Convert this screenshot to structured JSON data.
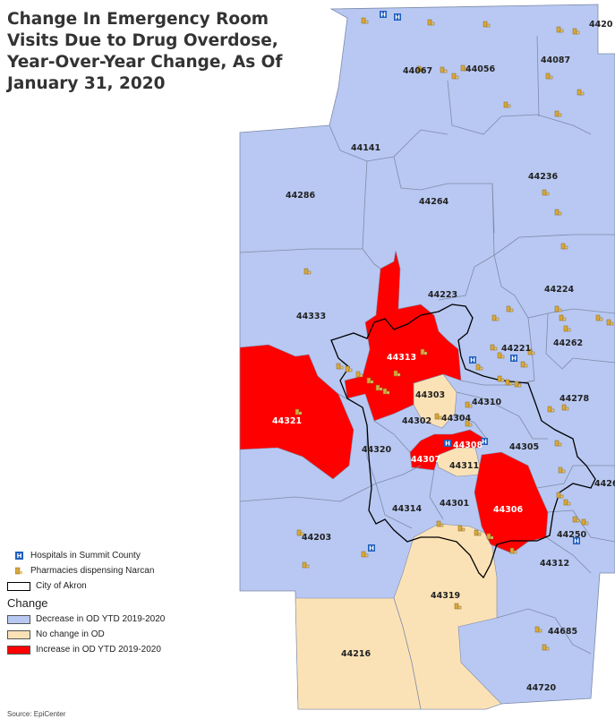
{
  "title": {
    "line1": "Change In Emergency Room",
    "line2": "Visits Due to Drug Overdose,",
    "line3": "Year-Over-Year Change, As Of",
    "line4": "January 31, 2020"
  },
  "colors": {
    "decrease": "#b8c8f2",
    "no_change": "#fbe2b6",
    "increase": "#ff0000",
    "boundary": "#7d8aa8",
    "city": "#000000",
    "hospital": "#1f5fbf",
    "pharmacy": "#d9a83a"
  },
  "legend": {
    "hospitals": "Hospitals in Summit County",
    "pharmacies": "Pharmacies dispensing Narcan",
    "city": "City of Akron",
    "change_heading": "Change",
    "decrease": "Decrease in OD YTD 2019-2020",
    "no_change": "No change in OD",
    "increase": "Increase in OD YTD 2019-2020"
  },
  "zip_labels": {
    "z44067": "44067",
    "z44056": "44056",
    "z44087": "44087",
    "z4420": "4420",
    "z44141": "44141",
    "z44286": "44286",
    "z44264": "44264",
    "z44236": "44236",
    "z44223": "44223",
    "z44224": "44224",
    "z44333": "44333",
    "z44221": "44221",
    "z44262": "44262",
    "z44313": "44313",
    "z44303": "44303",
    "z44310": "44310",
    "z44278": "44278",
    "z44321": "44321",
    "z44302": "44302",
    "z44304": "44304",
    "z44308": "44308",
    "z44305": "44305",
    "z44320": "44320",
    "z44307": "44307",
    "z44311": "44311",
    "z4426": "4426",
    "z44301": "44301",
    "z44314": "44314",
    "z44306": "44306",
    "z44250": "44250",
    "z44203": "44203",
    "z44312": "44312",
    "z44319": "44319",
    "z44685": "44685",
    "z44216": "44216",
    "z44720": "44720"
  },
  "source": "Source: EpiCenter"
}
